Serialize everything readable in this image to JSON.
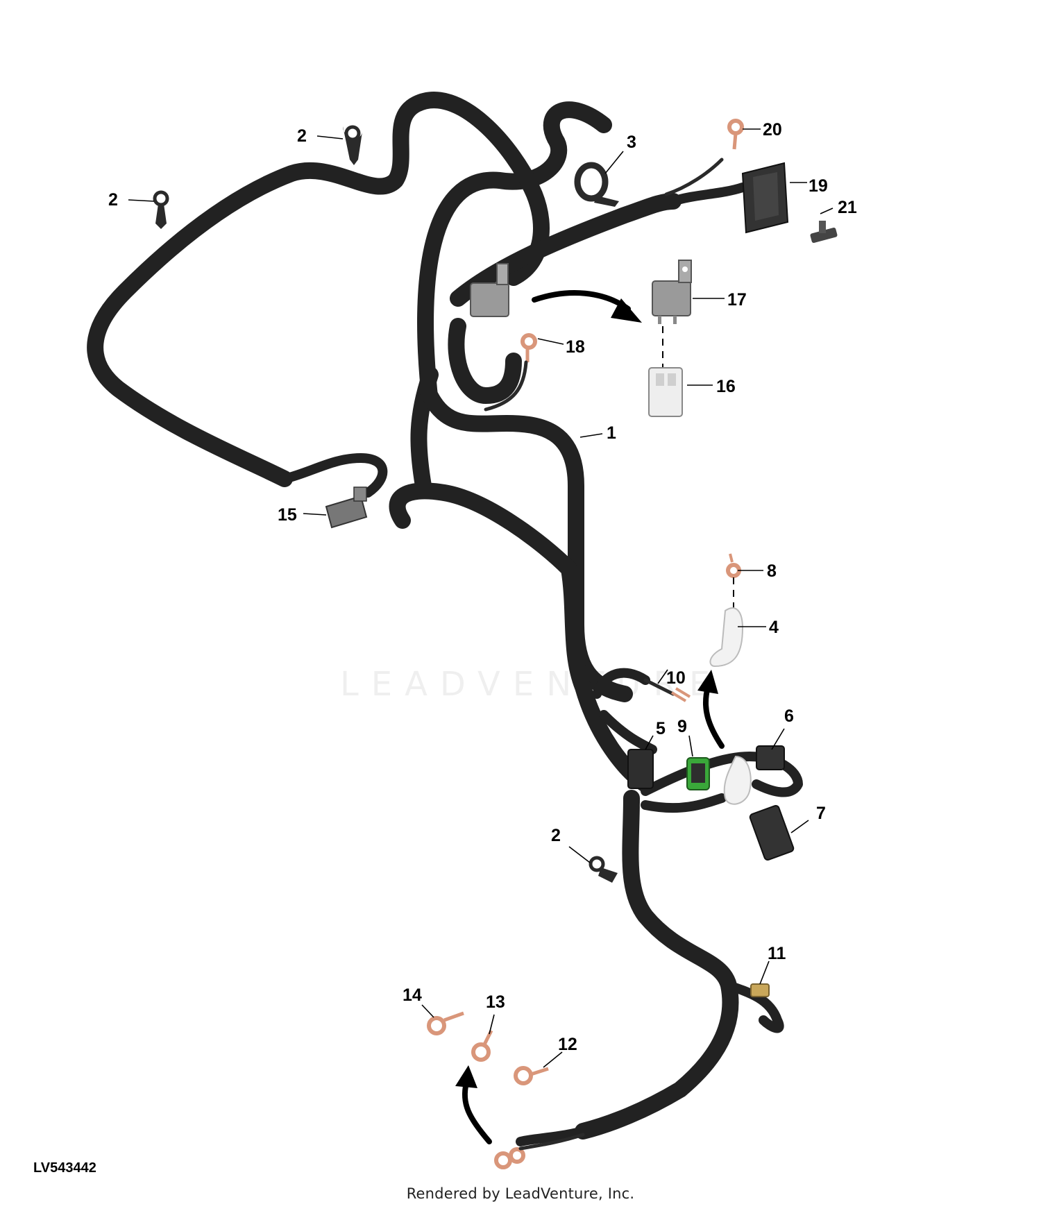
{
  "diagram": {
    "reference_id": "LV543442",
    "credit": "Rendered by LeadVenture, Inc.",
    "watermark": "LEADVENTURE",
    "callouts": [
      {
        "id": "c1",
        "label": "1"
      },
      {
        "id": "c2a",
        "label": "2"
      },
      {
        "id": "c2b",
        "label": "2"
      },
      {
        "id": "c2c",
        "label": "2"
      },
      {
        "id": "c3",
        "label": "3"
      },
      {
        "id": "c4",
        "label": "4"
      },
      {
        "id": "c5",
        "label": "5"
      },
      {
        "id": "c6",
        "label": "6"
      },
      {
        "id": "c7",
        "label": "7"
      },
      {
        "id": "c8",
        "label": "8"
      },
      {
        "id": "c9",
        "label": "9"
      },
      {
        "id": "c10",
        "label": "10"
      },
      {
        "id": "c11",
        "label": "11"
      },
      {
        "id": "c12",
        "label": "12"
      },
      {
        "id": "c13",
        "label": "13"
      },
      {
        "id": "c14",
        "label": "14"
      },
      {
        "id": "c15",
        "label": "15"
      },
      {
        "id": "c16",
        "label": "16"
      },
      {
        "id": "c17",
        "label": "17"
      },
      {
        "id": "c18",
        "label": "18"
      },
      {
        "id": "c19",
        "label": "19"
      },
      {
        "id": "c20",
        "label": "20"
      },
      {
        "id": "c21",
        "label": "21"
      }
    ],
    "colors": {
      "harness": "#222222",
      "terminal_copper": "#d9967a",
      "relay_gray": "#9a9a9a",
      "socket_white": "#eeeeee",
      "boot_white": "#f2f2f2",
      "green_connector": "#3aa83a",
      "fuse_tan": "#c9a75a"
    }
  }
}
